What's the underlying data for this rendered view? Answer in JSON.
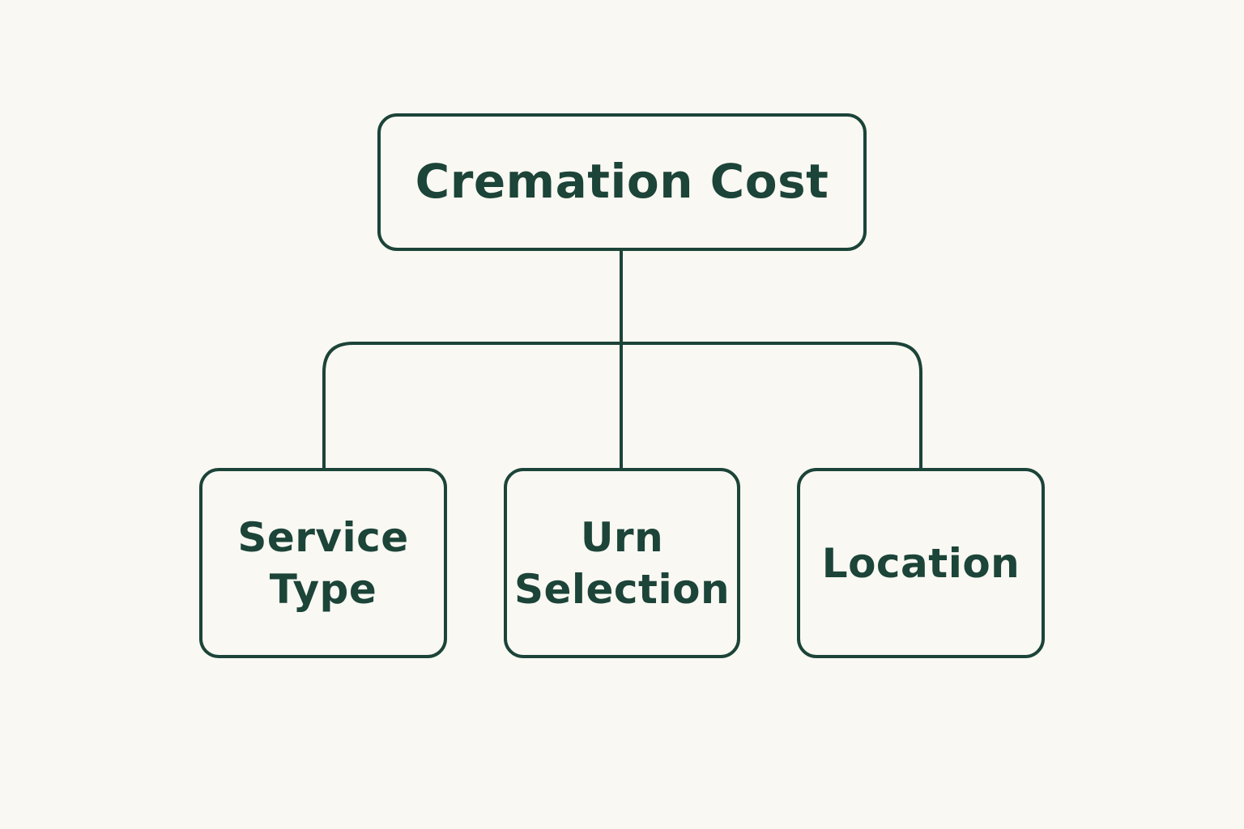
{
  "diagram": {
    "colors": {
      "background": "#f9f8f3",
      "stroke": "#1c4438",
      "text": "#1c4438"
    },
    "root": {
      "label": "Cremation Cost"
    },
    "children": [
      {
        "label": "Service\nType"
      },
      {
        "label": "Urn\nSelection"
      },
      {
        "label": "Location"
      }
    ]
  }
}
